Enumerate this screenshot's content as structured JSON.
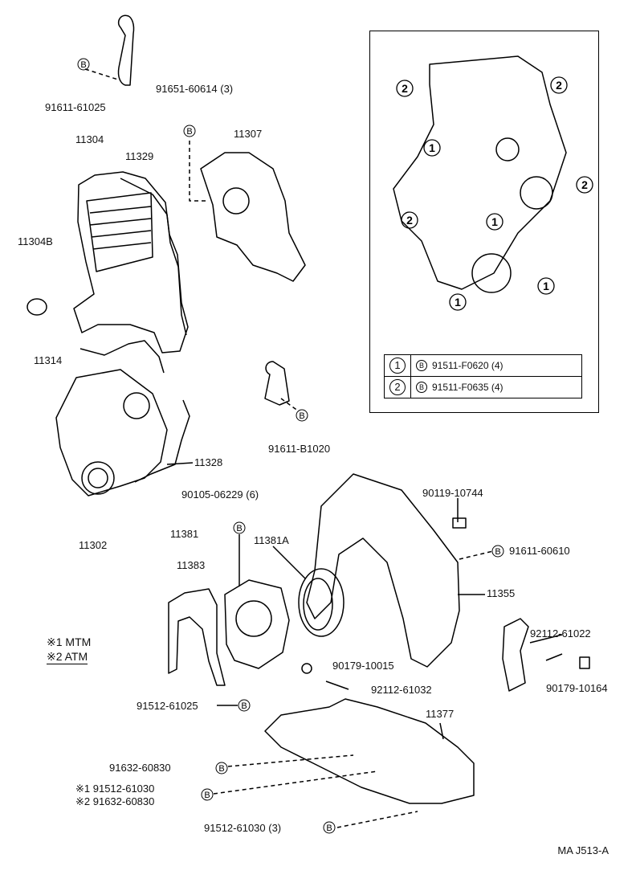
{
  "labels": {
    "p91611_61025": "91611-61025",
    "p91651_60614": "91651-60614 (3)",
    "p11304": "11304",
    "p11329": "11329",
    "p11307": "11307",
    "p11304B": "11304B",
    "p11314": "11314",
    "p91611_B1020": "91611-B1020",
    "p11328": "11328",
    "p11302": "11302",
    "p90105_06229": "90105-06229 (6)",
    "p11381": "11381",
    "p11381A": "11381A",
    "p11383": "11383",
    "p90119_10744": "90119-10744",
    "p91611_60610": "91611-60610",
    "p11355": "11355",
    "p92112_61022": "92112-61022",
    "p90179_10015": "90179-10015",
    "p92112_61032": "92112-61032",
    "p90179_10164": "90179-10164",
    "p91512_61025": "91512-61025",
    "p11377": "11377",
    "p91632_60830": "91632-60830",
    "p91512_61030_a": "※1 91512-61030",
    "p91632_60830_b": "※2 91632-60830",
    "p91512_61030_3": "91512-61030 (3)"
  },
  "legend": {
    "line1": "※1 MTM",
    "line2": "※2 ATM"
  },
  "inset": {
    "marker1": "1",
    "marker2": "2",
    "bolt_mark": "B",
    "rows": [
      {
        "num": "1",
        "part": "91511-F0620 (4)"
      },
      {
        "num": "2",
        "part": "91511-F0635 (4)"
      }
    ]
  },
  "bolt_mark": "B",
  "diagram_code": "MA J513-A"
}
